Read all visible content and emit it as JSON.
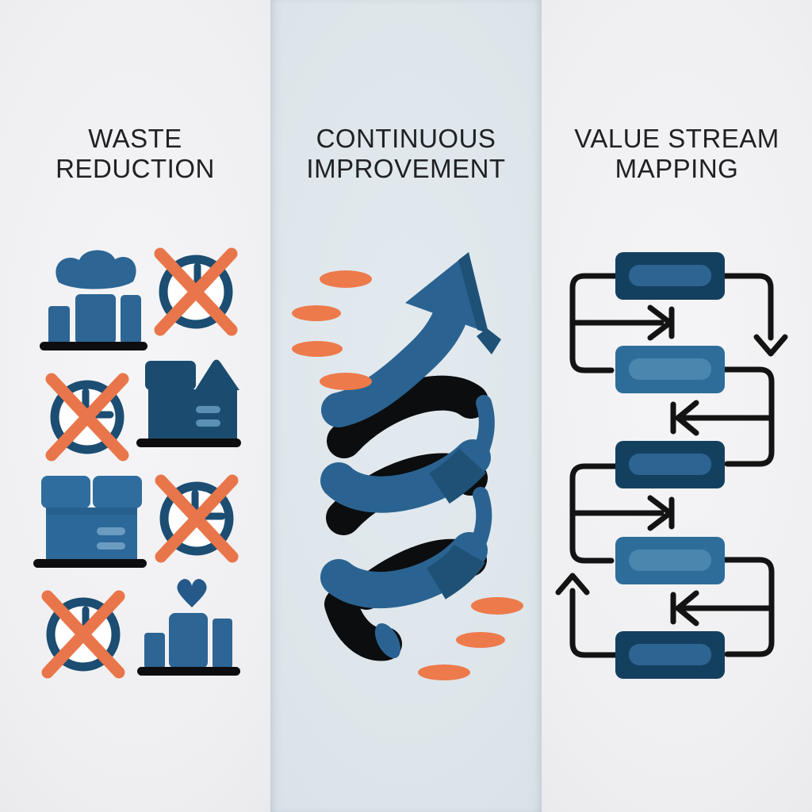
{
  "panels": [
    {
      "id": "waste-reduction",
      "title_lines": [
        "WASTE",
        "REDUCTION"
      ],
      "icons": [
        {
          "name": "goods-pile-icon"
        },
        {
          "name": "crossed-clock-icon"
        },
        {
          "name": "crossed-clock-icon"
        },
        {
          "name": "closed-box-icon"
        },
        {
          "name": "open-box-icon"
        },
        {
          "name": "crossed-clock-icon"
        },
        {
          "name": "crossed-clock-icon"
        },
        {
          "name": "product-bars-icon"
        }
      ]
    },
    {
      "id": "continuous-improvement",
      "title_lines": [
        "CONTINUOUS",
        "IMPROVEMENT"
      ],
      "icons": [
        {
          "name": "spiral-growth-arrow-icon"
        },
        {
          "name": "momentum-dots",
          "count_top": 4,
          "count_bottom": 3
        }
      ]
    },
    {
      "id": "value-stream-mapping",
      "title_lines": [
        "VALUE STREAM",
        "MAPPING"
      ],
      "flow": {
        "box_count": 5,
        "style": "alternating feedback loops"
      }
    }
  ],
  "colors": {
    "icon_blue": "#2d6594",
    "dark_navy": "#1b4c70",
    "ring_blue": "#1c4d72",
    "accent_lines": "#5b8fb4",
    "orange": "#e8764a",
    "orange_ellipse": "#ed7a4b",
    "black": "#0d0d0f",
    "spiral_blue": "#2a6391",
    "spiral_dark_blue": "#1f5176",
    "flow_box_dark": "#14405f",
    "flow_box_dark_inner": "#2d6492",
    "flow_box_mid": "#2e6d99",
    "flow_box_mid_inner": "#4a86ad",
    "bg_side": "#f0f0f1",
    "bg_middle": "#dde5ea",
    "title_text": "#202124"
  }
}
